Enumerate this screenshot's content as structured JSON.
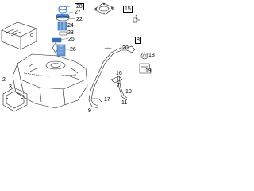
{
  "diagram": {
    "callouts": [
      {
        "key": "c28",
        "text": "28"
      },
      {
        "key": "c27",
        "text": "27"
      },
      {
        "key": "c22",
        "text": "22"
      },
      {
        "key": "c24",
        "text": "24"
      },
      {
        "key": "c23",
        "text": "23"
      },
      {
        "key": "c25",
        "text": "25"
      },
      {
        "key": "c26",
        "text": "26"
      },
      {
        "key": "c15",
        "text": "15"
      },
      {
        "key": "c1",
        "text": "1"
      },
      {
        "key": "c20",
        "text": "20"
      },
      {
        "key": "c8",
        "text": "8"
      },
      {
        "key": "c18",
        "text": "18"
      },
      {
        "key": "c19",
        "text": "19"
      },
      {
        "key": "c16",
        "text": "16"
      },
      {
        "key": "c7",
        "text": "7"
      },
      {
        "key": "c10",
        "text": "10"
      },
      {
        "key": "c11",
        "text": "11"
      },
      {
        "key": "c2",
        "text": "2"
      },
      {
        "key": "c3",
        "text": "3"
      },
      {
        "key": "c9",
        "text": "9"
      },
      {
        "key": "c17",
        "text": "17"
      }
    ],
    "highlight_color": "#2f6db5",
    "line_color": "#222222"
  }
}
